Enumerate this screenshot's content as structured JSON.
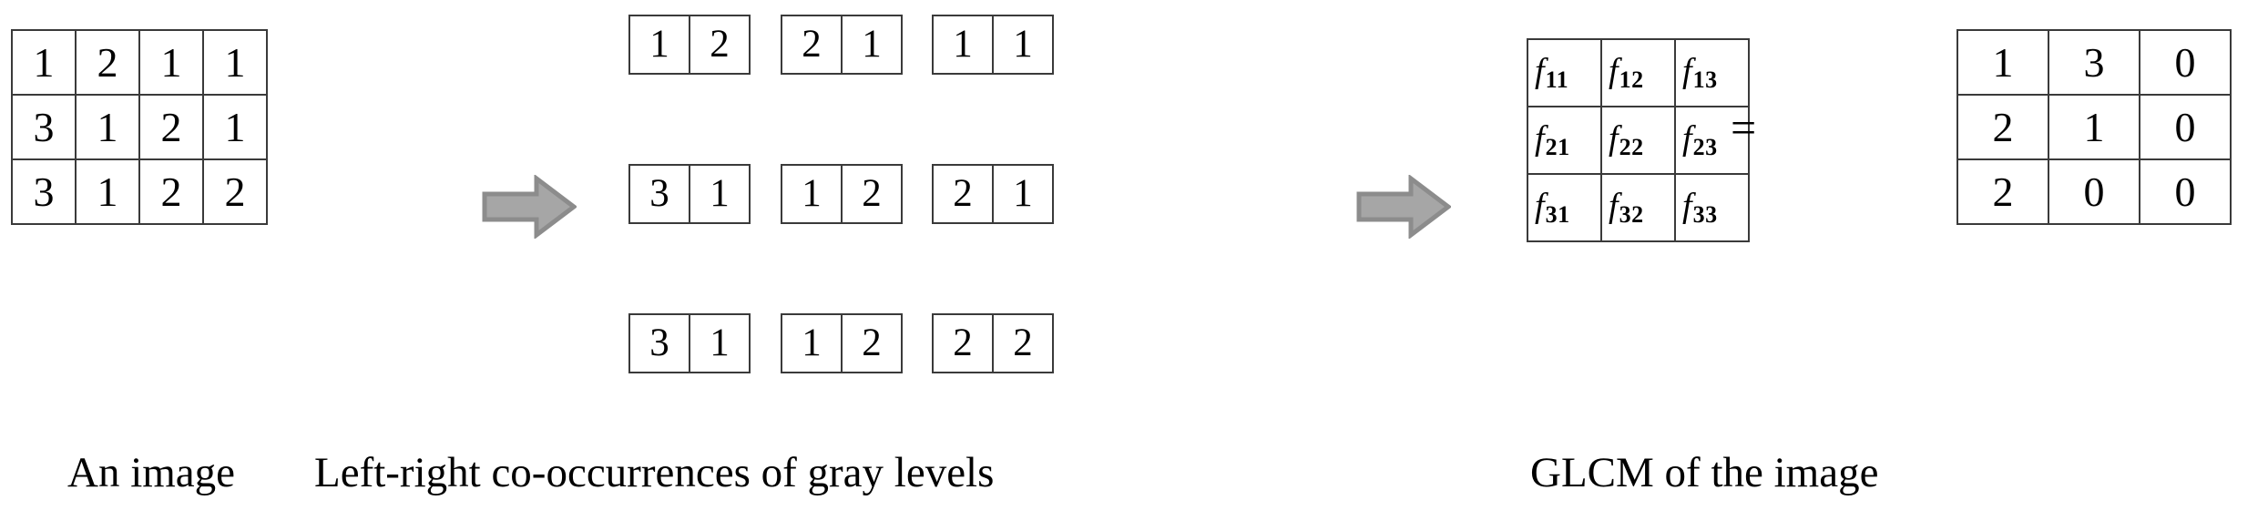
{
  "figure": {
    "title": "GLCM construction from an image",
    "accent_color": "#a6a6a6",
    "line_color": "#3a3a3a",
    "text_color": "#000000",
    "background": "#ffffff"
  },
  "image_matrix": {
    "label": "An image",
    "rows": 3,
    "cols": 4,
    "values": [
      [
        "1",
        "2",
        "1",
        "1"
      ],
      [
        "3",
        "1",
        "2",
        "1"
      ],
      [
        "3",
        "1",
        "2",
        "2"
      ]
    ]
  },
  "arrows": [
    {
      "name": "arrow-1",
      "glyph": "right-arrow",
      "color": "#a6a6a6"
    },
    {
      "name": "arrow-2",
      "glyph": "right-arrow",
      "color": "#a6a6a6"
    }
  ],
  "pairs": {
    "label": "Left-right co-occurrences of gray levels",
    "rows": [
      [
        [
          "1",
          "2"
        ],
        [
          "2",
          "1"
        ],
        [
          "1",
          "1"
        ]
      ],
      [
        [
          "3",
          "1"
        ],
        [
          "1",
          "2"
        ],
        [
          "2",
          "1"
        ]
      ],
      [
        [
          "3",
          "1"
        ],
        [
          "1",
          "2"
        ],
        [
          "2",
          "2"
        ]
      ]
    ]
  },
  "glcm": {
    "label": "GLCM of the image",
    "equals": "=",
    "symbolic": [
      [
        {
          "f": "f",
          "sub": "11"
        },
        {
          "f": "f",
          "sub": "12"
        },
        {
          "f": "f",
          "sub": "13"
        }
      ],
      [
        {
          "f": "f",
          "sub": "21"
        },
        {
          "f": "f",
          "sub": "22"
        },
        {
          "f": "f",
          "sub": "23"
        }
      ],
      [
        {
          "f": "f",
          "sub": "31"
        },
        {
          "f": "f",
          "sub": "32"
        },
        {
          "f": "f",
          "sub": "33"
        }
      ]
    ],
    "numeric": [
      [
        "1",
        "3",
        "0"
      ],
      [
        "2",
        "1",
        "0"
      ],
      [
        "2",
        "0",
        "0"
      ]
    ]
  },
  "chart_data": {
    "type": "table",
    "title": "GLCM construction from an image",
    "panels": [
      {
        "name": "An image",
        "type": "table",
        "values": [
          [
            1,
            2,
            1,
            1
          ],
          [
            3,
            1,
            2,
            1
          ],
          [
            3,
            1,
            2,
            2
          ]
        ]
      },
      {
        "name": "Left-right co-occurrences of gray levels",
        "type": "table",
        "values": [
          [
            [
              1,
              2
            ],
            [
              2,
              1
            ],
            [
              1,
              1
            ]
          ],
          [
            [
              3,
              1
            ],
            [
              1,
              2
            ],
            [
              2,
              1
            ]
          ],
          [
            [
              3,
              1
            ],
            [
              1,
              2
            ],
            [
              2,
              2
            ]
          ]
        ]
      },
      {
        "name": "GLCM of the image",
        "type": "heatmap",
        "values": [
          [
            1,
            3,
            0
          ],
          [
            2,
            1,
            0
          ],
          [
            2,
            0,
            0
          ]
        ],
        "xlabel": "",
        "ylabel": ""
      }
    ]
  }
}
